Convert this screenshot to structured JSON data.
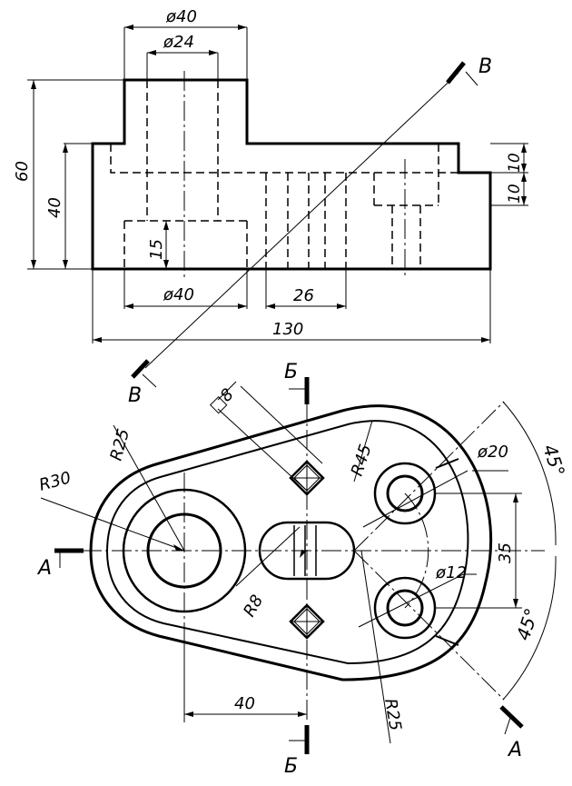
{
  "labels": {
    "dim_front_d40_top": "ø40",
    "dim_front_d24": "ø24",
    "dim_front_d40_bottom": "ø40",
    "dim_front_26": "26",
    "dim_front_130": "130",
    "dim_front_60": "60",
    "dim_front_40": "40",
    "dim_front_15": "15",
    "dim_front_10_top": "10",
    "dim_front_10_bottom": "10",
    "section_v_top": "В",
    "section_v_bottom": "В",
    "section_b_top": "Б",
    "section_b_bottom": "Б",
    "section_a_left": "А",
    "section_a_right": "А",
    "dim_sq8": "□8",
    "dim_r25_left": "R25",
    "dim_r30": "R30",
    "dim_r45": "R45",
    "dim_d20": "ø20",
    "dim_45_top": "45°",
    "dim_35": "35",
    "dim_d12": "ø12",
    "dim_45_bottom": "45°",
    "dim_r8": "R8",
    "dim_40_plan": "40",
    "dim_r25_bottom": "R25"
  },
  "colors": {
    "line": "#000000",
    "background": "#ffffff"
  }
}
